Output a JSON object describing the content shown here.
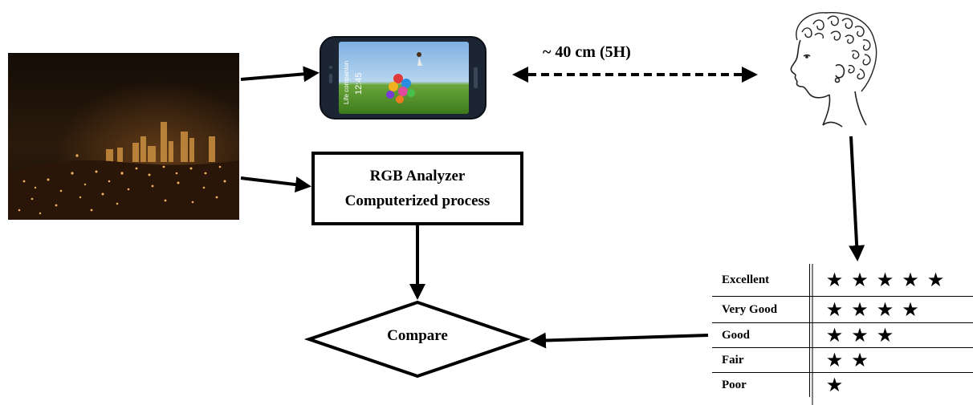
{
  "analyzer": {
    "line1": "RGB Analyzer",
    "line2": "Computerized process"
  },
  "distance": "~ 40 cm (5H)",
  "compare": "Compare",
  "phone": {
    "screen_text1": "Life companion",
    "screen_time": "12:45"
  },
  "rating": {
    "rows": [
      {
        "label": "Excellent",
        "stars": "★★★★★",
        "value": 5
      },
      {
        "label": "Very Good",
        "stars": "★★★★",
        "value": 4
      },
      {
        "label": "Good",
        "stars": "★★★",
        "value": 3
      },
      {
        "label": "Fair",
        "stars": "★★",
        "value": 2
      },
      {
        "label": "Poor",
        "stars": "★",
        "value": 1
      }
    ]
  }
}
